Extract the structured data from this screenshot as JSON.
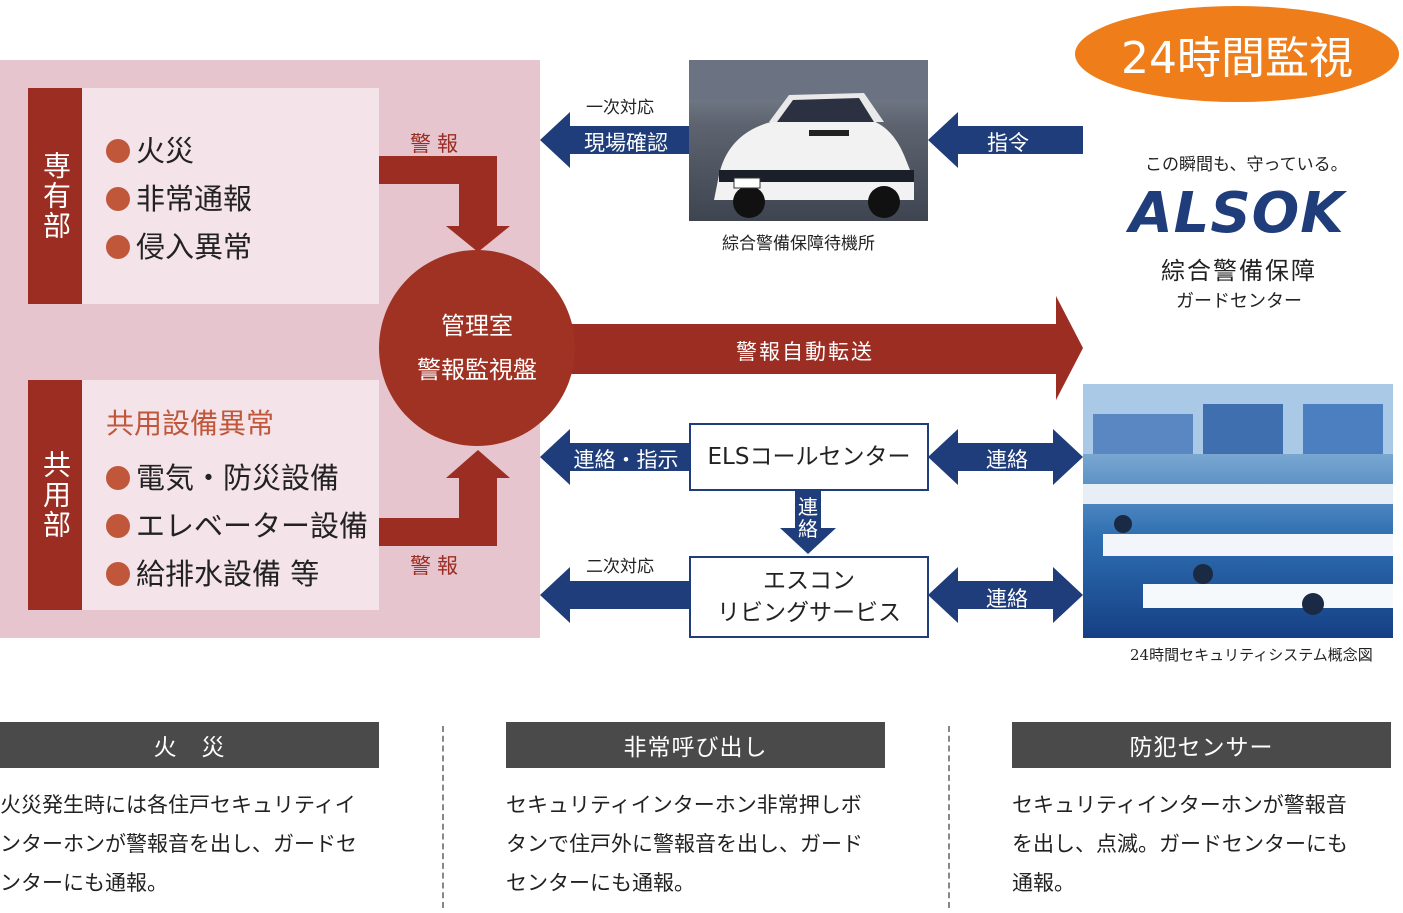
{
  "left": {
    "senyu_label": "専有部",
    "senyu_items": [
      "火災",
      "非常通報",
      "侵入異常"
    ],
    "kyoyo_label": "共用部",
    "kyoyo_title": "共用設備異常",
    "kyoyo_items": [
      "電気・防災設備",
      "エレベーター設備",
      "給排水設備 等"
    ]
  },
  "alarm_label_top": "警報",
  "alarm_label_bottom": "警報",
  "kanri": {
    "line1": "管理室",
    "line2": "警報監視盤"
  },
  "arrows": {
    "genba": "現場確認",
    "ichiji": "一次対応",
    "shirei": "指令",
    "auto_transfer": "警報自動転送",
    "renraku_shiji": "連絡・指示",
    "renraku_right1": "連絡",
    "renraku_down": "連絡",
    "niji": "二次対応",
    "renraku_right2": "連絡"
  },
  "car_caption": "綜合警備保障待機所",
  "els_box": "ELSコールセンター",
  "escon_box": {
    "line1": "エスコン",
    "line2": "リビングサービス"
  },
  "badge": "24時間監視",
  "alsok": {
    "tagline": "この瞬間も、守っている。",
    "logo": "ALSOK",
    "company": "綜合警備保障",
    "center": "ガードセンター"
  },
  "center_photo_caption": "24時間セキュリティシステム概念図",
  "bottom": [
    {
      "title": "火　災",
      "text": [
        "火災発生時には各住戸セキュリティイ",
        "ンターホンが警報音を出し、ガードセ",
        "ンターにも通報。"
      ]
    },
    {
      "title": "非常呼び出し",
      "text": [
        "セキュリティインターホン非常押しボ",
        "タンで住戸外に警報音を出し、ガード",
        "センターにも通報。"
      ]
    },
    {
      "title": "防犯センサー",
      "text": [
        "セキュリティインターホンが警報音",
        "を出し、点滅。ガードセンターにも",
        "通報。"
      ]
    }
  ],
  "colors": {
    "dark_red": "#9b2d22",
    "navy": "#1f3d7a",
    "orange": "#ee7d1a",
    "pink": "#e6c5cf"
  }
}
